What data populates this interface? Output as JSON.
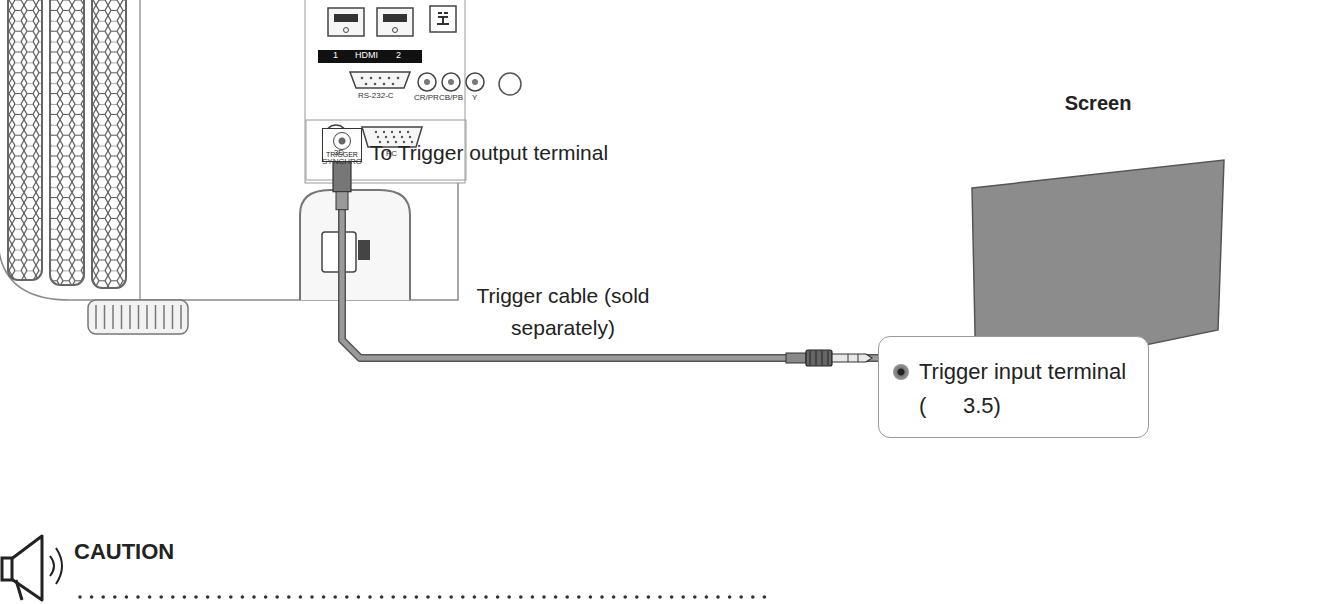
{
  "diagram": {
    "nodes": [
      {
        "text": [
          "Screen"
        ]
      },
      {
        "text": [
          "TRIGGER"
        ]
      },
      {
        "text": [
          "Trigger input terminal",
          "(      3.5)"
        ]
      }
    ],
    "edges": [
      {
        "from": 1,
        "to": 2,
        "arrow": "none",
        "label": "Trigger cable (sold separately)"
      }
    ],
    "labels": [
      "1",
      "HDMI",
      "2",
      "RS-232-C",
      "CR/PR",
      "CB/PB",
      "Y",
      "3D SYNCHRO",
      "PC",
      "To Trigger output terminal",
      "CAUTION"
    ]
  }
}
